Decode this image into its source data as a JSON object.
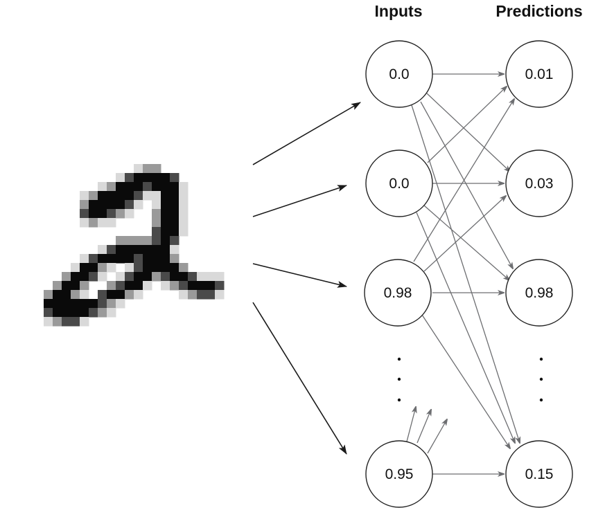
{
  "headers": {
    "inputs": "Inputs",
    "predictions": "Predictions"
  },
  "inputs": [
    "0.0",
    "0.0",
    "0.98",
    "0.95"
  ],
  "predictions": [
    "0.01",
    "0.03",
    "0.98",
    "0.15"
  ],
  "colors": {
    "edge": "#6d6e71",
    "arrow": "#1a1a1a",
    "node_stroke": "#222222"
  }
}
